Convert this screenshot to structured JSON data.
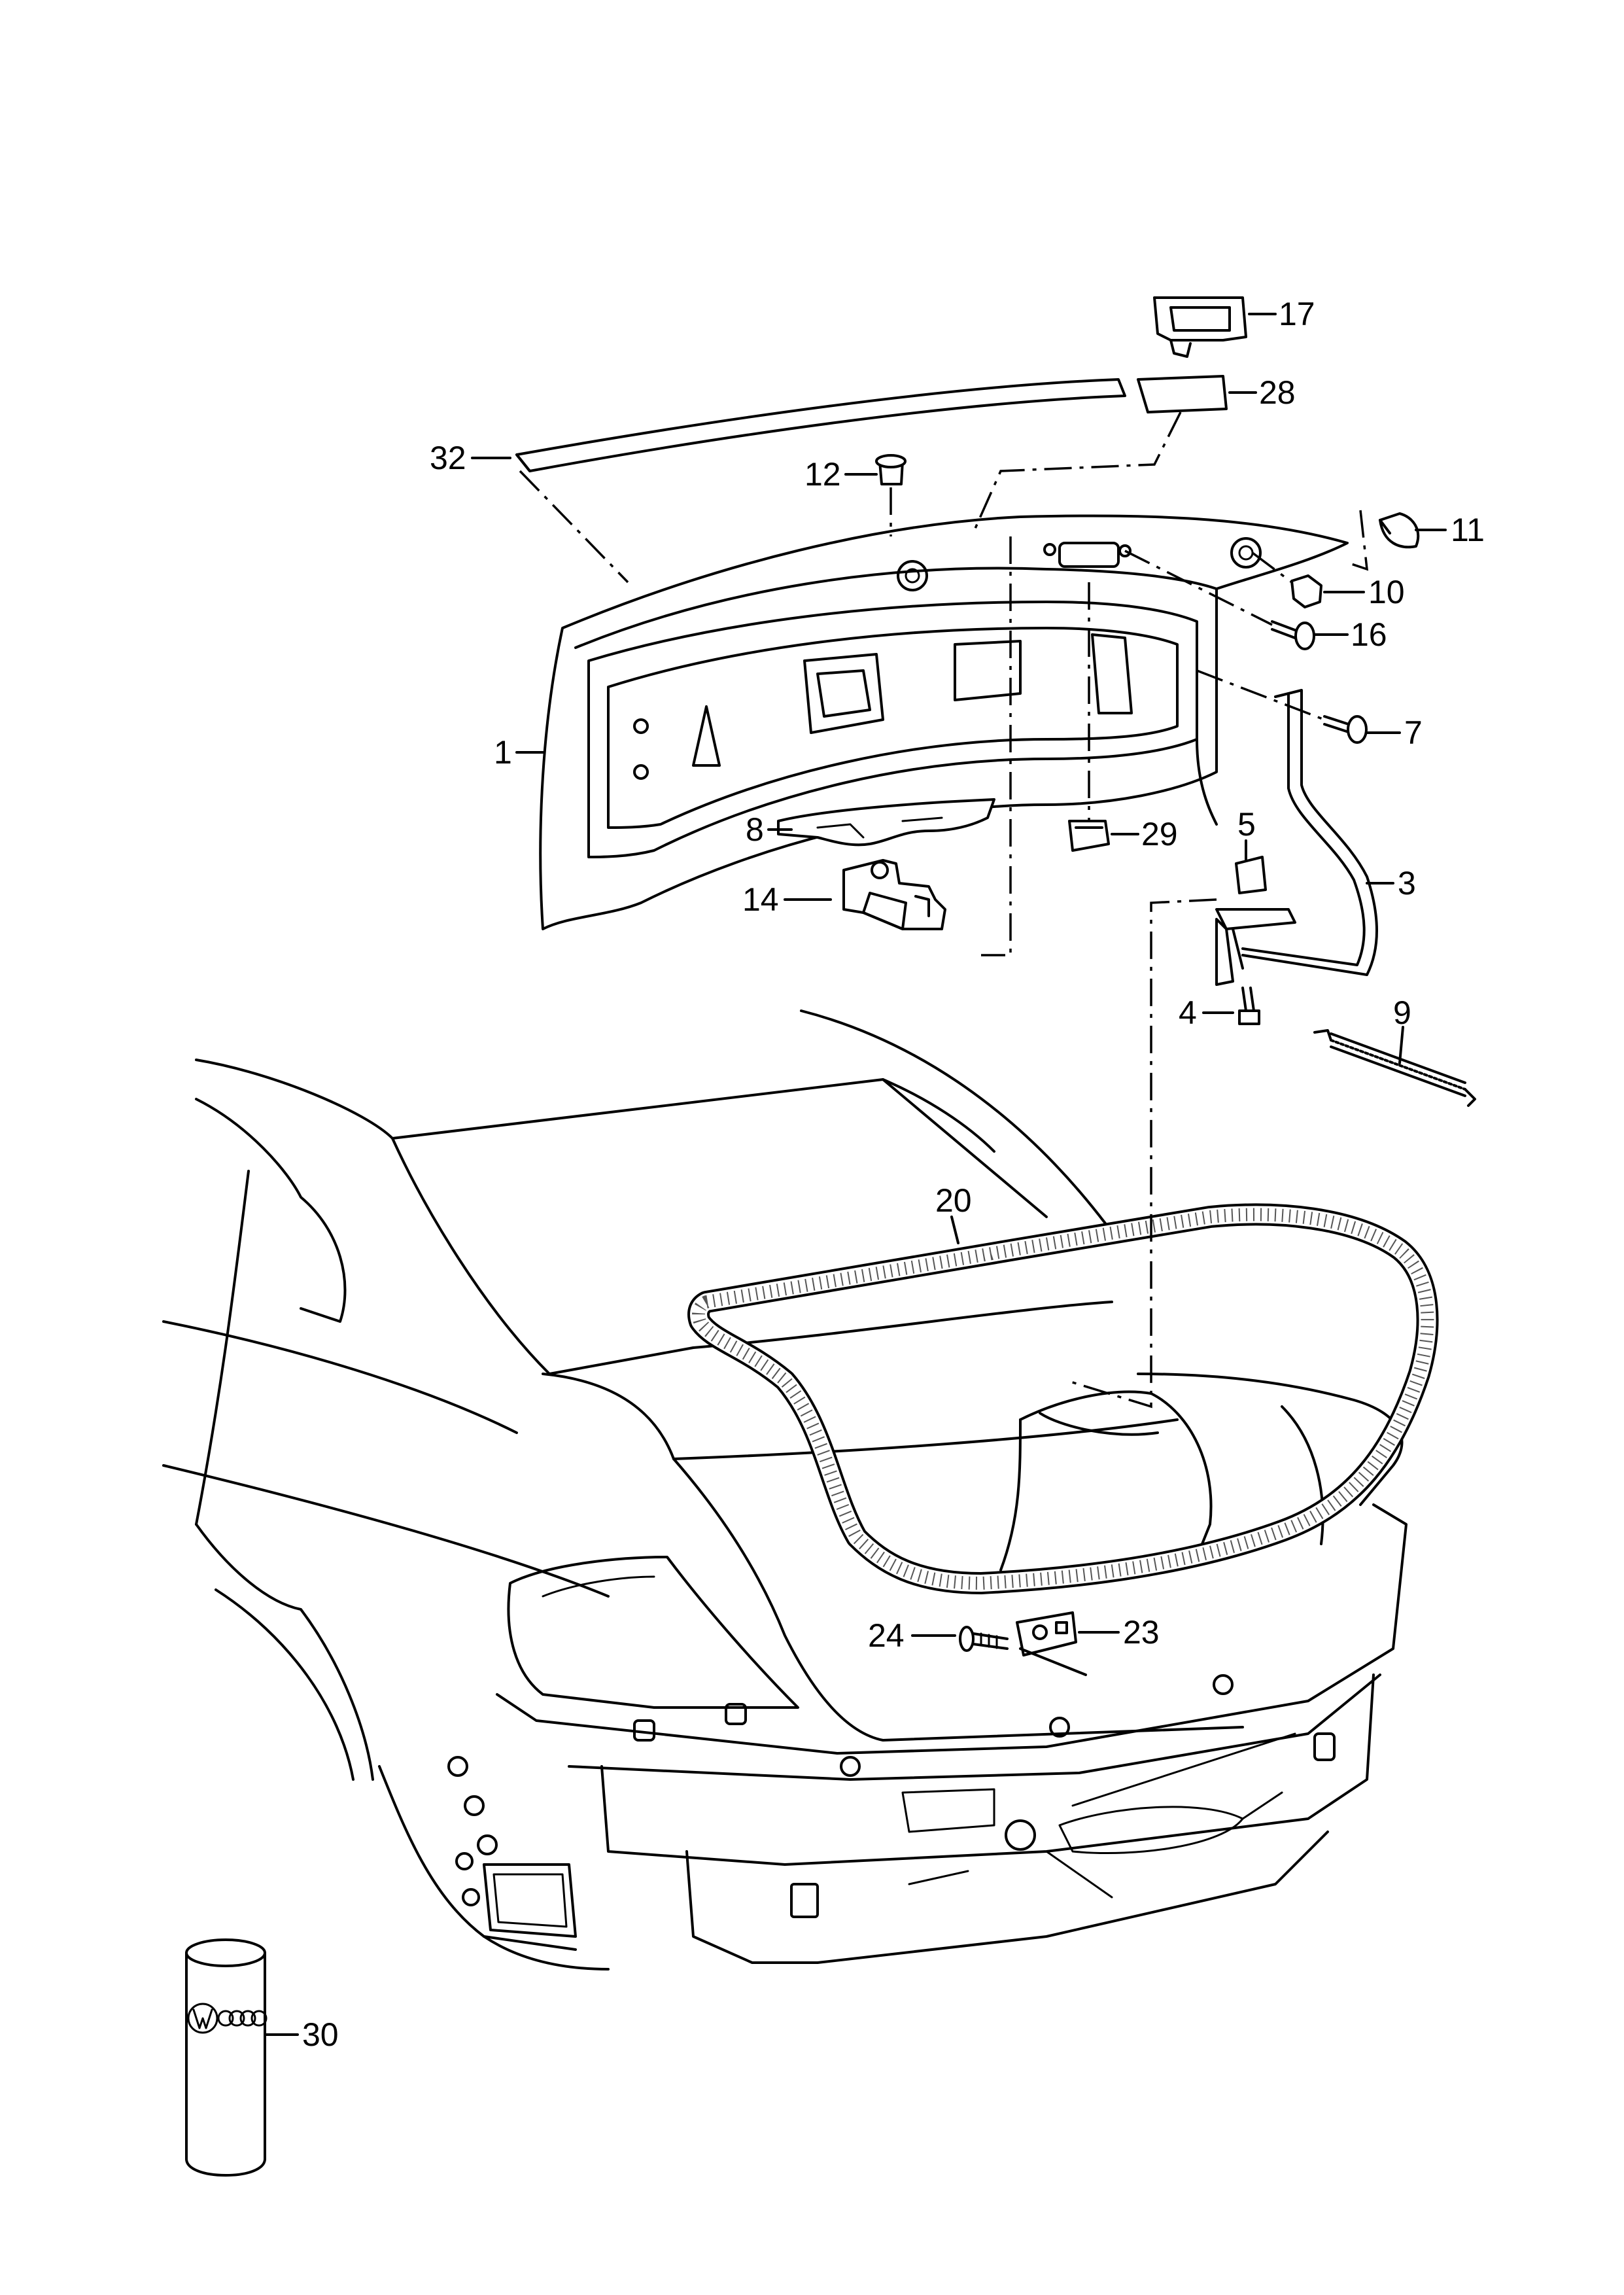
{
  "labels": {
    "p1": "1",
    "p3": "3",
    "p4": "4",
    "p5": "5",
    "p7": "7",
    "p8": "8",
    "p9": "9",
    "p10": "10",
    "p11": "11",
    "p12": "12",
    "p14": "14",
    "p16": "16",
    "p17": "17",
    "p20": "20",
    "p23": "23",
    "p24": "24",
    "p28": "28",
    "p29": "29",
    "p30": "30",
    "p32": "32"
  },
  "logos": {
    "vw": "VW",
    "audi": "audi-rings"
  }
}
